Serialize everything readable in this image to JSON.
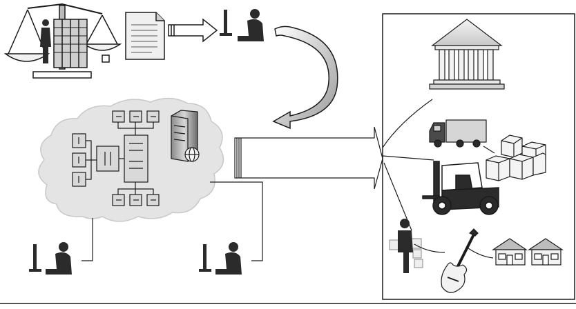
{
  "diagram": {
    "caption": "",
    "nodes": [
      {
        "id": "scale-server",
        "icon": "scale-with-server-icon"
      },
      {
        "id": "document",
        "icon": "document-icon"
      },
      {
        "id": "user-top",
        "icon": "user-at-computer-icon"
      },
      {
        "id": "cloud",
        "icon": "cloud-icon"
      },
      {
        "id": "org-chart",
        "icon": "org-chart-icon"
      },
      {
        "id": "server-globe",
        "icon": "server-tower-globe-icon"
      },
      {
        "id": "user-bottom-left",
        "icon": "user-at-computer-icon"
      },
      {
        "id": "user-bottom-mid",
        "icon": "user-at-computer-icon"
      },
      {
        "id": "bank",
        "icon": "bank-building-icon"
      },
      {
        "id": "truck",
        "icon": "truck-icon"
      },
      {
        "id": "boxes",
        "icon": "stacked-boxes-icon"
      },
      {
        "id": "forklift",
        "icon": "forklift-icon"
      },
      {
        "id": "person-packages",
        "icon": "person-with-packages-icon"
      },
      {
        "id": "guitar",
        "icon": "electric-guitar-icon"
      },
      {
        "id": "houses",
        "icon": "houses-icon"
      }
    ],
    "colors": {
      "stroke": "#1a1a1a",
      "cloud": "#e4e4e4",
      "silhouette": "#2b2b2b",
      "box_fill": "#d9d9d9",
      "panel": "#ffffff"
    }
  }
}
